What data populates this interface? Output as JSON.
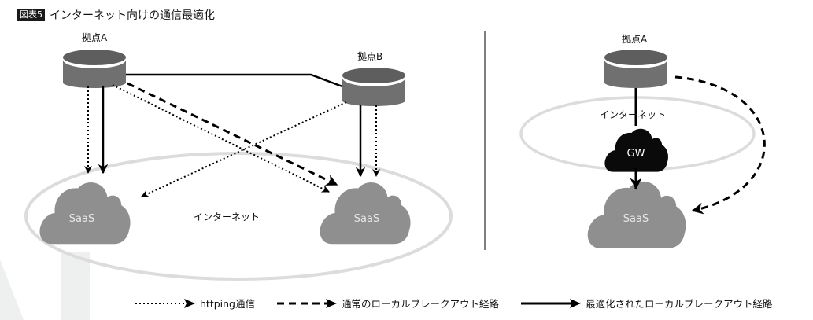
{
  "figure": {
    "badge": "図表5",
    "title": "インターネット向けの通信最適化"
  },
  "left_panel": {
    "site_a_label": "拠点A",
    "site_b_label": "拠点B",
    "internet_label": "インターネット",
    "saas_left_label": "SaaS",
    "saas_right_label": "SaaS"
  },
  "right_panel": {
    "site_a_label": "拠点A",
    "internet_label": "インターネット",
    "gateway_label": "GW",
    "saas_label": "SaaS"
  },
  "legend": [
    {
      "style": "dotted",
      "label": "httping通信"
    },
    {
      "style": "dashed",
      "label": "通常のローカルブレークアウト経路"
    },
    {
      "style": "solid",
      "label": "最適化されたローカルブレークアウト経路"
    }
  ],
  "colors": {
    "router_body": "#707070",
    "router_top": "#5e5e5e",
    "saas_cloud": "#8f8f8f",
    "gw_cloud": "#0a0a0a",
    "internet_ellipse": "#dcdcdc",
    "arrow": "#000000"
  }
}
